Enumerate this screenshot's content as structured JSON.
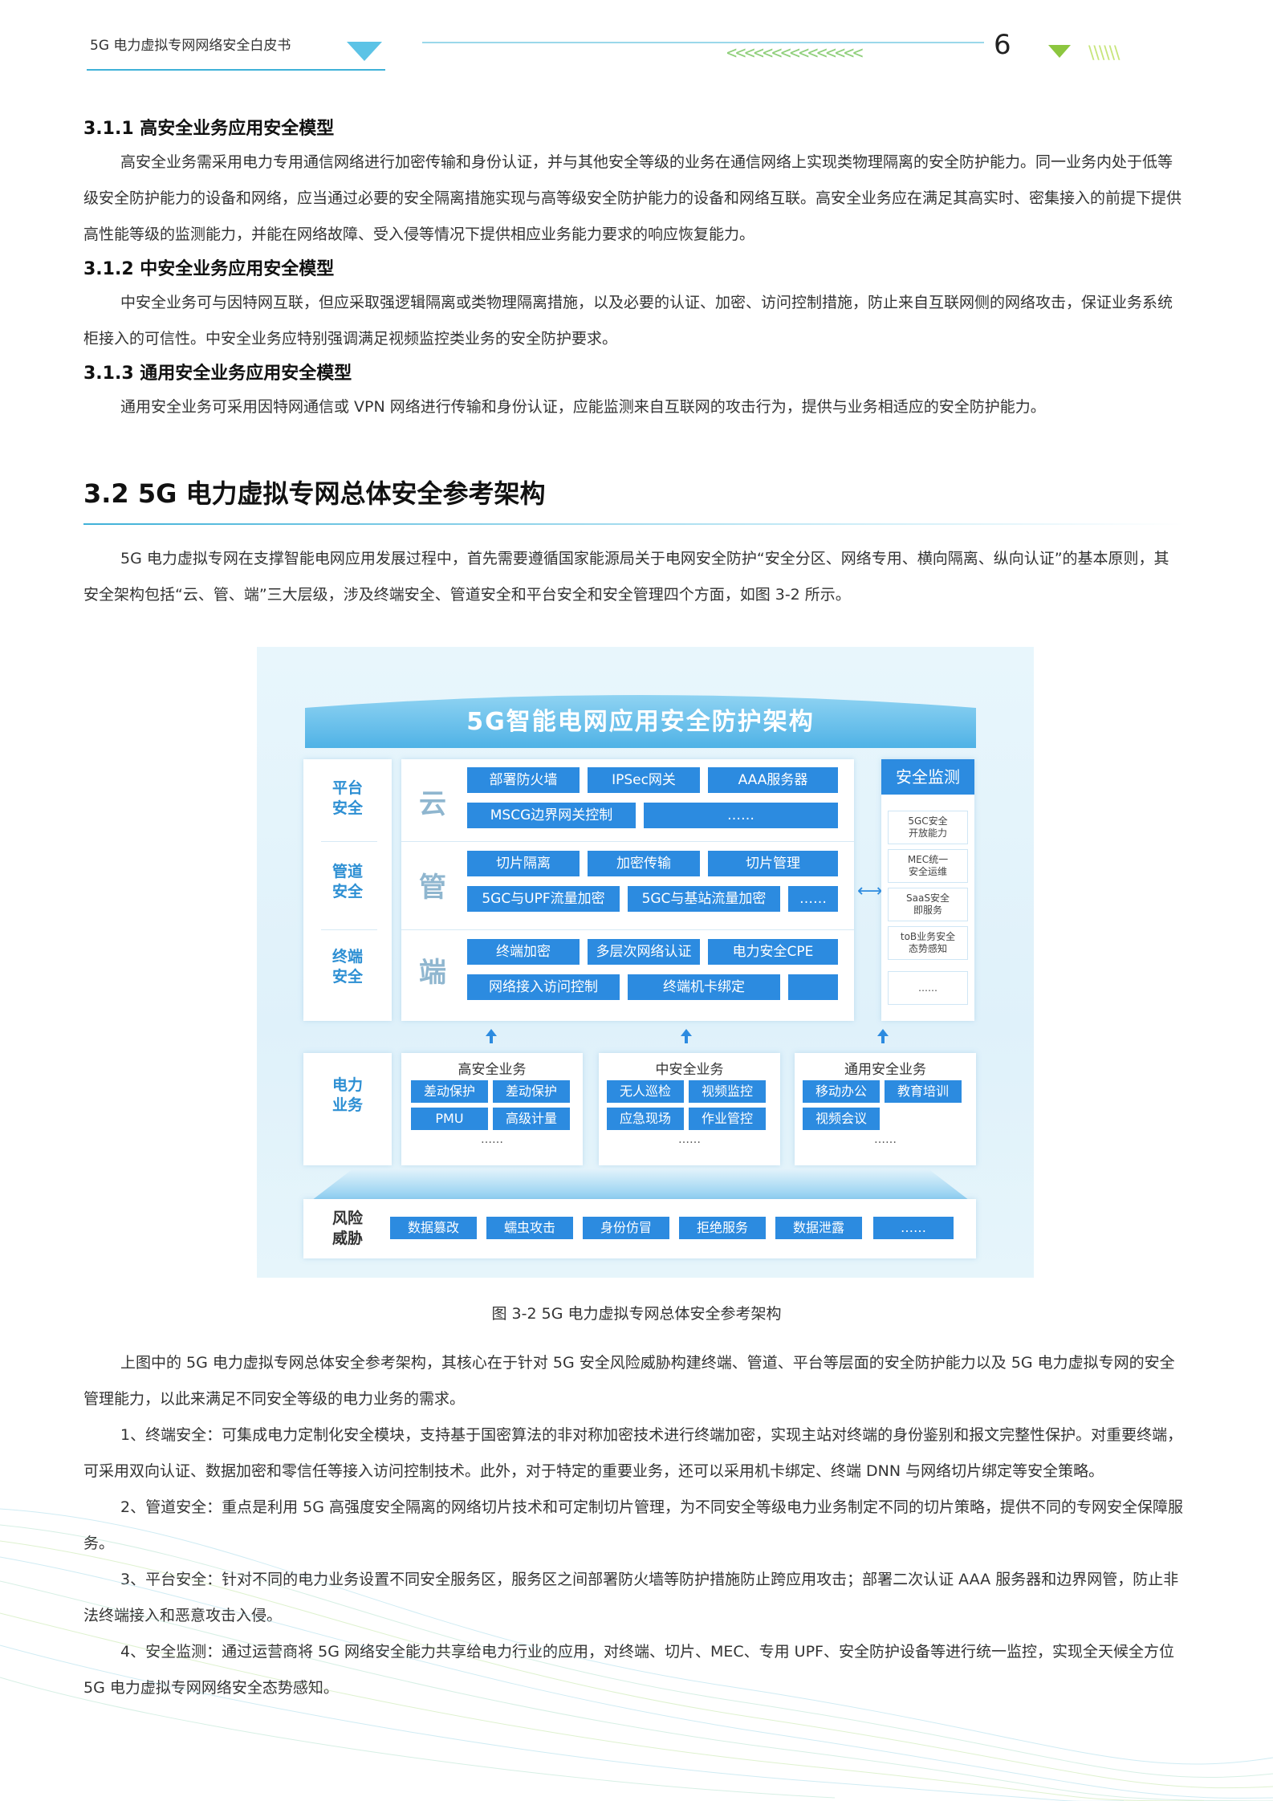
{
  "header": {
    "doc_title": "5G 电力虚拟专网网络安全白皮书",
    "page_number": "6",
    "chevrons_left": "<<<<<<<<<<<<<<<",
    "chevrons_right": "\\\\\\\\\\\\"
  },
  "sections": [
    {
      "heading": "3.1.1 高安全业务应用安全模型",
      "paragraphs": [
        "高安全业务需采用电力专用通信网络进行加密传输和身份认证，并与其他安全等级的业务在通信网络上实现类物理隔离的安全防护能力。同一业务内处于低等级安全防护能力的设备和网络，应当通过必要的安全隔离措施实现与高等级安全防护能力的设备和网络互联。高安全业务应在满足其高实时、密集接入的前提下提供高性能等级的监测能力，并能在网络故障、受入侵等情况下提供相应业务能力要求的响应恢复能力。"
      ]
    },
    {
      "heading": "3.1.2 中安全业务应用安全模型",
      "paragraphs": [
        "中安全业务可与因特网互联，但应采取强逻辑隔离或类物理隔离措施，以及必要的认证、加密、访问控制措施，防止来自互联网侧的网络攻击，保证业务系统柜接入的可信性。中安全业务应特别强调满足视频监控类业务的安全防护要求。"
      ]
    },
    {
      "heading": "3.1.3 通用安全业务应用安全模型",
      "paragraphs": [
        "通用安全业务可采用因特网通信或 VPN 网络进行传输和身份认证，应能监测来自互联网的攻击行为，提供与业务相适应的安全防护能力。"
      ]
    }
  ],
  "section_32": {
    "heading": "3.2 5G 电力虚拟专网总体安全参考架构",
    "intro": "5G 电力虚拟专网在支撑智能电网应用发展过程中，首先需要遵循国家能源局关于电网安全防护“安全分区、网络专用、横向隔离、纵向认证”的基本原则，其安全架构包括“云、管、端”三大层级，涉及终端安全、管道安全和平台安全和安全管理四个方面，如图 3-2 所示。"
  },
  "diagram": {
    "banner": "5G智能电网应用安全防护架构",
    "rows": [
      {
        "label": "平台\n安全",
        "big": "云",
        "chips": [
          "部署防火墙",
          "IPSec网关",
          "AAA服务器",
          "MSCG边界网关控制",
          "……"
        ]
      },
      {
        "label": "管道\n安全",
        "big": "管",
        "chips": [
          "切片隔离",
          "加密传输",
          "切片管理",
          "5GC与UPF流量加密",
          "5GC与基站流量加密",
          "……"
        ]
      },
      {
        "label": "终端\n安全",
        "big": "端",
        "chips": [
          "终端加密",
          "多层次网络认证",
          "电力安全CPE",
          "网络接入访问控制",
          "终端机卡绑定",
          ""
        ]
      }
    ],
    "monitor": {
      "title": "安全监测",
      "items": [
        "5GC安全\n开放能力",
        "MEC统一\n安全运维",
        "SaaS安全\n即服务",
        "toB业务安全\n态势感知",
        "……"
      ]
    },
    "power_biz": {
      "label": "电力\n业务",
      "groups": [
        {
          "title": "高安全业务",
          "chips": [
            "差动保护",
            "差动保护",
            "PMU",
            "高级计量"
          ],
          "more": "……"
        },
        {
          "title": "中安全业务",
          "chips": [
            "无人巡检",
            "视频监控",
            "应急现场",
            "作业管控"
          ],
          "more": "……"
        },
        {
          "title": "通用安全业务",
          "chips": [
            "移动办公",
            "教育培训",
            "视频会议"
          ],
          "more": "……"
        }
      ]
    },
    "risk": {
      "label": "风险\n威胁",
      "chips": [
        "数据篡改",
        "蠕虫攻击",
        "身份仿冒",
        "拒绝服务",
        "数据泄露",
        "……"
      ]
    },
    "colors": {
      "chip": "#2c8be0",
      "label": "#2d8fd3",
      "banner": "#5bbbe8"
    }
  },
  "caption": "图 3-2  5G 电力虚拟专网总体安全参考架构",
  "closing": [
    "上图中的 5G 电力虚拟专网总体安全参考架构，其核心在于针对 5G 安全风险威胁构建终端、管道、平台等层面的安全防护能力以及 5G 电力虚拟专网的安全管理能力，以此来满足不同安全等级的电力业务的需求。",
    "1、终端安全：可集成电力定制化安全模块，支持基于国密算法的非对称加密技术进行终端加密，实现主站对终端的身份鉴别和报文完整性保护。对重要终端，可采用双向认证、数据加密和零信任等接入访问控制技术。此外，对于特定的重要业务，还可以采用机卡绑定、终端 DNN 与网络切片绑定等安全策略。",
    "2、管道安全：重点是利用 5G 高强度安全隔离的网络切片技术和可定制切片管理，为不同安全等级电力业务制定不同的切片策略，提供不同的专网安全保障服务。",
    "3、平台安全：针对不同的电力业务设置不同安全服务区，服务区之间部署防火墙等防护措施防止跨应用攻击；部署二次认证 AAA 服务器和边界网管，防止非法终端接入和恶意攻击入侵。",
    "4、安全监测：通过运营商将 5G 网络安全能力共享给电力行业的应用，对终端、切片、MEC、专用 UPF、安全防护设备等进行统一监控，实现全天候全方位 5G 电力虚拟专网网络安全态势感知。"
  ]
}
